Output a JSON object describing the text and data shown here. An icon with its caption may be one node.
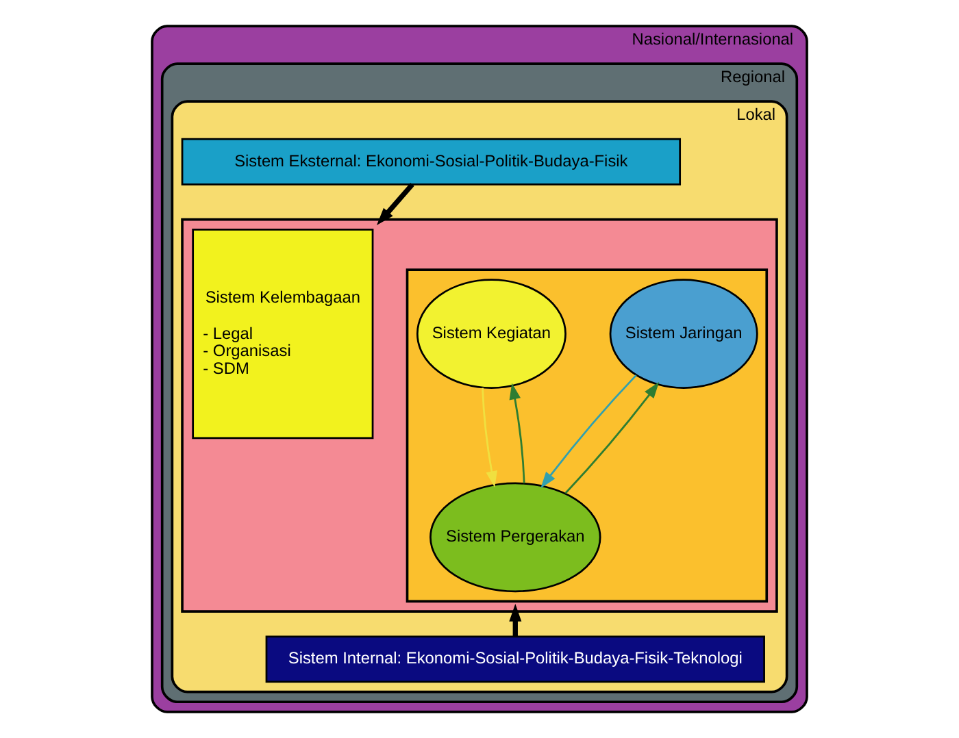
{
  "diagram": {
    "nodes": [
      {
        "text": [
          "Nasional/Internasional"
        ]
      },
      {
        "text": [
          "Regional"
        ],
        "in": 0
      },
      {
        "text": [
          "Lokal"
        ],
        "in": 1
      },
      {
        "text": [
          "Sistem Eksternal: Ekonomi-Sosial-Politik-Budaya-Fisik"
        ],
        "in": 2
      },
      {
        "text": [],
        "shape": "box",
        "in": 2
      },
      {
        "text": [
          "Sistem Kelembagaan",
          "- Legal",
          "- Organisasi",
          "- SDM"
        ],
        "in": 4
      },
      {
        "text": [],
        "shape": "box",
        "in": 4
      },
      {
        "text": [
          "Sistem Kegiatan"
        ],
        "in": 6
      },
      {
        "text": [
          "Sistem Jaringan"
        ],
        "in": 6
      },
      {
        "text": [
          "Sistem Pergerakan"
        ],
        "in": 6
      },
      {
        "text": [
          "Sistem Internal: Ekonomi-Sosial-Politik-Budaya-Fisik-Teknologi"
        ],
        "in": 2
      }
    ],
    "edges": [
      {
        "from": 3,
        "to": 4,
        "arrow": "to",
        "style": "thick"
      },
      {
        "from": 10,
        "to": 4,
        "arrow": "to",
        "style": "thick"
      },
      {
        "from": 7,
        "to": 9,
        "arrow": "to",
        "color": "#f0e040"
      },
      {
        "from": 8,
        "to": 9,
        "arrow": "to",
        "color": "#30a0b0"
      },
      {
        "from": 9,
        "to": 7,
        "arrow": "to",
        "color": "#2e7d32"
      },
      {
        "from": 9,
        "to": 8,
        "arrow": "to",
        "color": "#2e7d32"
      }
    ]
  }
}
